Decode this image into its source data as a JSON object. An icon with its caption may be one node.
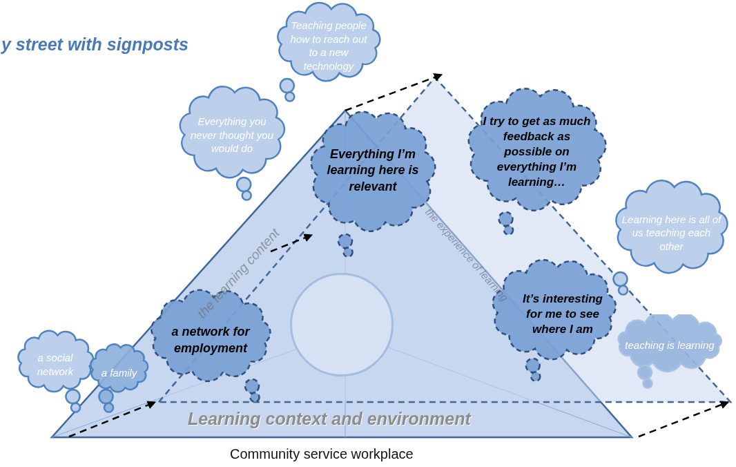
{
  "diagram": {
    "title": "y street with signposts",
    "nodes": [
      {
        "text": [
          "Teaching people how to reach out to a new technology"
        ]
      },
      {
        "text": [
          "Everything you never thought you would do"
        ]
      },
      {
        "text": [
          "Everything I’m learning here is relevant"
        ]
      },
      {
        "text": [
          "I try to get as much feedback as possible on everything I’m learning…"
        ]
      },
      {
        "text": [
          "Learning here is all of us teaching each other"
        ]
      },
      {
        "text": [
          "a network for employment"
        ]
      },
      {
        "text": [],
        "shape": "circle"
      },
      {
        "text": [
          "It’s interesting for me to see where I am"
        ]
      },
      {
        "text": [
          "teaching is learning"
        ]
      },
      {
        "text": [
          "a social network"
        ]
      },
      {
        "text": [
          "a family"
        ]
      }
    ],
    "edges": [],
    "labels": [
      "the learning content",
      "the experience of learning",
      "Learning context and environment",
      "Community service workplace"
    ]
  }
}
